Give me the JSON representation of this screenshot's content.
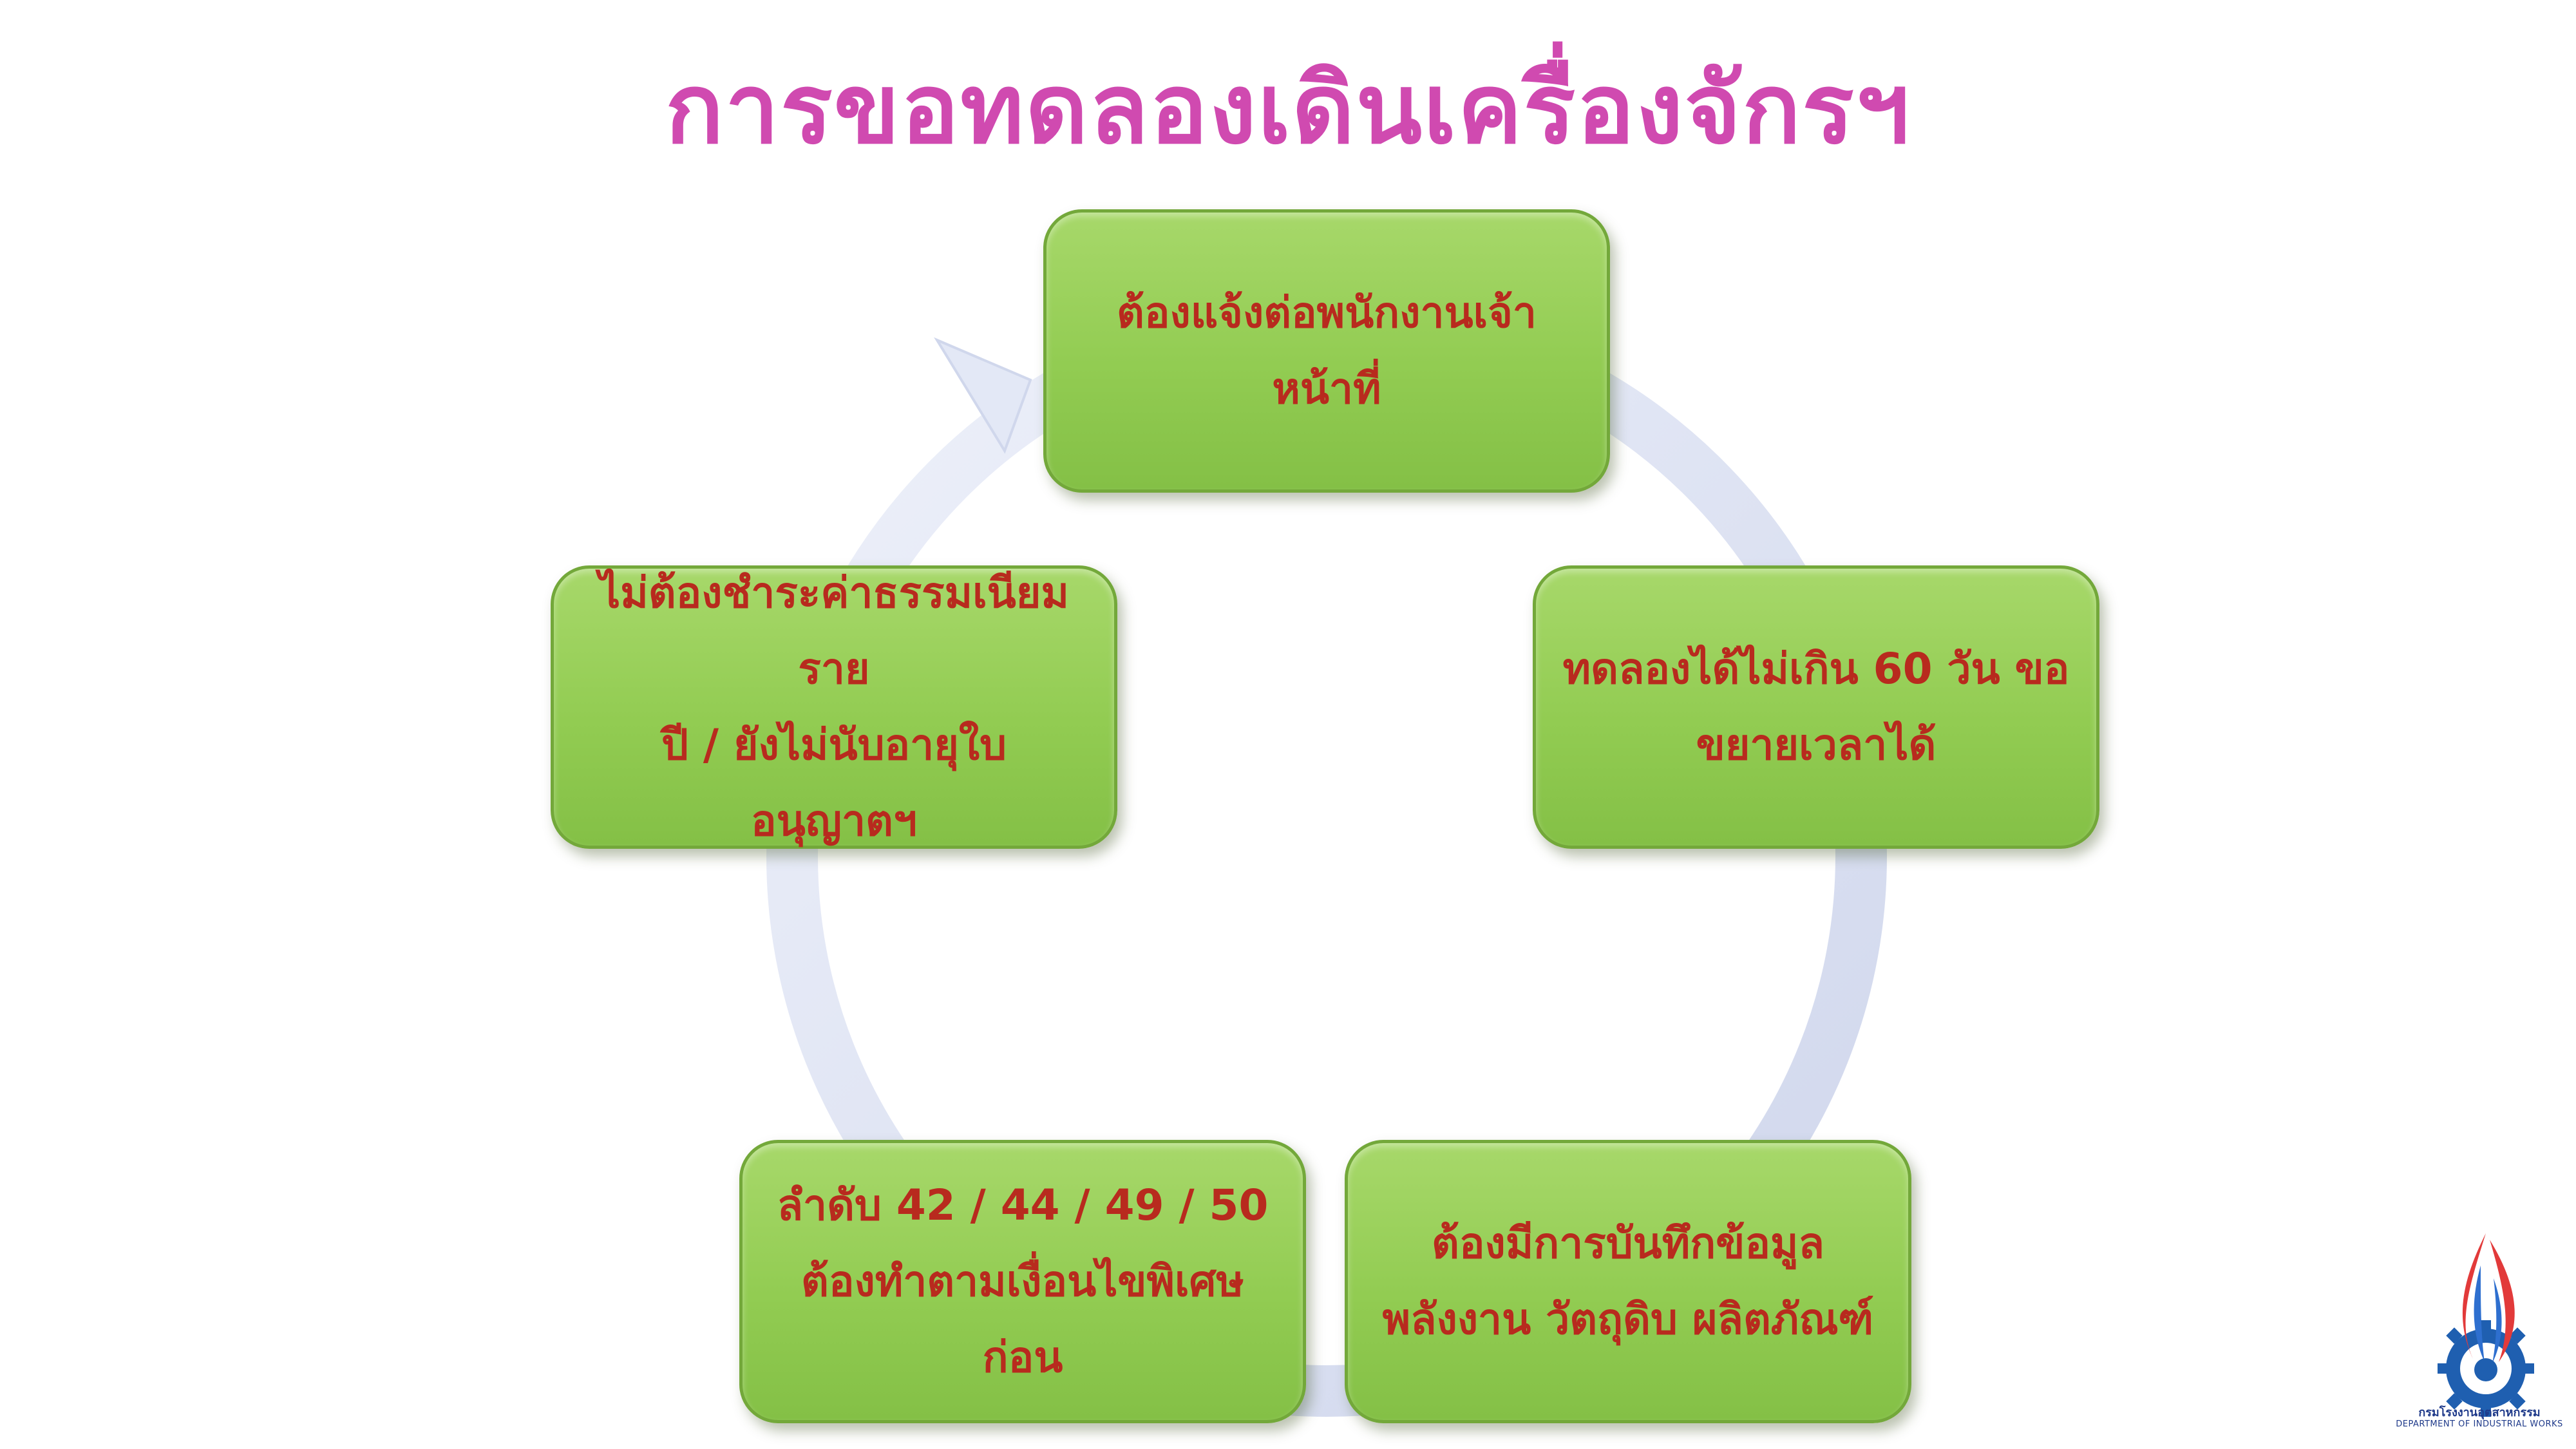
{
  "title": "การขอทดลองเดินเครื่องจักรฯ",
  "steps": [
    "ต้องแจ้งต่อพนักงานเจ้าหน้าที่",
    "ทดลองได้ไม่เกิน 60 วัน ขอ\nขยายเวลาได้",
    "ต้องมีการบันทึกข้อมูล\nพลังงาน วัตถุดิบ ผลิตภัณฑ์",
    "ลำดับ 42 / 44 / 49 / 50\nต้องทำตามเงื่อนไขพิเศษก่อน",
    "ไม่ต้องชำระค่าธรรมเนียมราย\nปี / ยังไม่นับอายุใบอนุญาตฯ"
  ],
  "logo": {
    "name_th": "กรมโรงงานอุตสาหกรรม",
    "name_en": "DEPARTMENT OF INDUSTRIAL WORKS"
  },
  "colors": {
    "title": "#d04ab0",
    "box_fill": "#92cc52",
    "box_border": "#73a83a",
    "box_text": "#b82a1e",
    "ring": "#dfe4f3"
  }
}
